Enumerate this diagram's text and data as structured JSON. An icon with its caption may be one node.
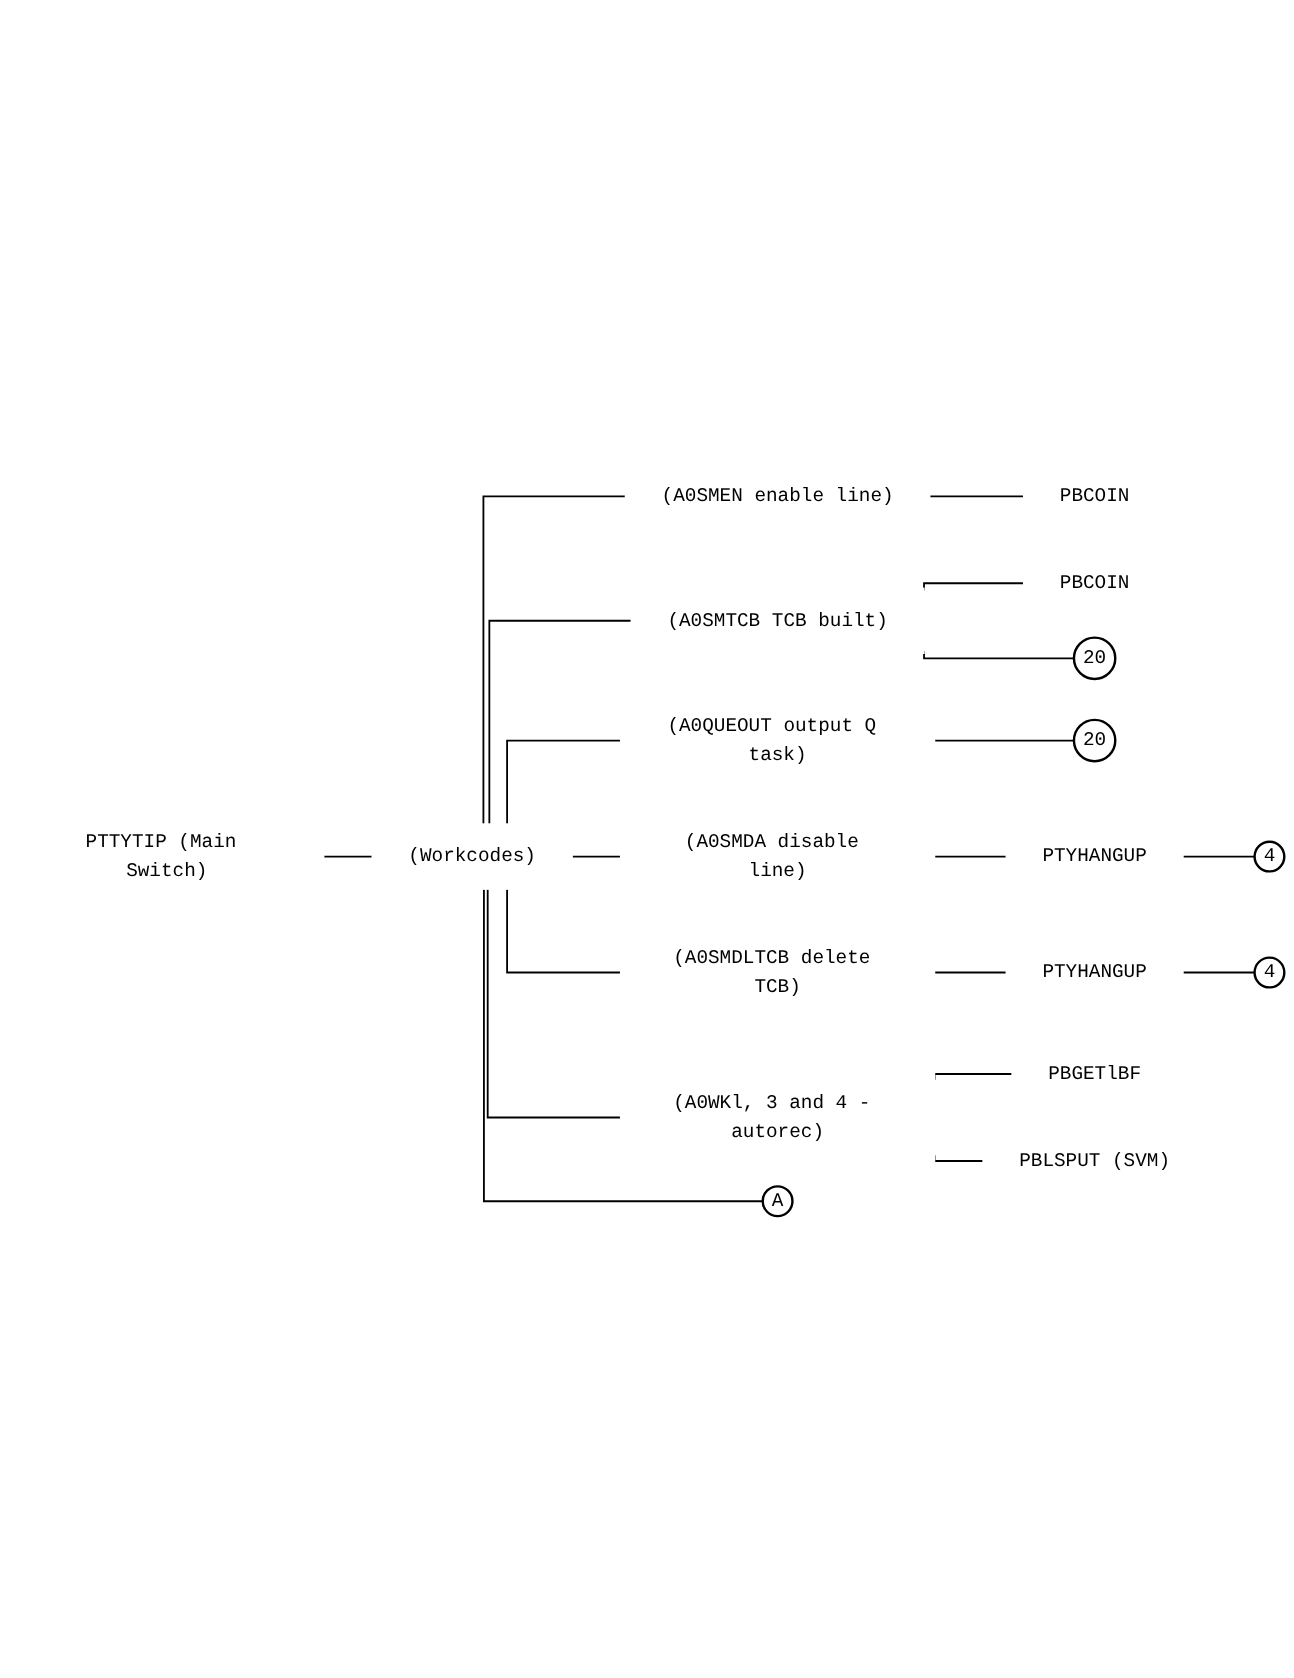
{
  "diagram": {
    "nodes": [
      {
        "text": [
          "PTTYTIP (Main Switch)"
        ]
      },
      {
        "text": [
          "(Workcodes)"
        ]
      },
      {
        "text": [
          "(A0SMEN enable line)"
        ]
      },
      {
        "text": [
          "PBCOIN"
        ]
      },
      {
        "text": [
          "(A0SMTCB TCB built)"
        ]
      },
      {
        "text": [
          "PBCOIN"
        ]
      },
      {
        "text": [
          "20"
        ]
      },
      {
        "text": [
          "(A0QUEOUT output Q task)"
        ]
      },
      {
        "text": [
          "20"
        ]
      },
      {
        "text": [
          "(A0SMDA disable line)"
        ]
      },
      {
        "text": [
          "PTYHANGUP"
        ]
      },
      {
        "text": [
          "4"
        ]
      },
      {
        "text": [
          "(A0SMDLTCB delete TCB)"
        ]
      },
      {
        "text": [
          "PTYHANGUP"
        ]
      },
      {
        "text": [
          "4"
        ]
      },
      {
        "text": [
          "(A0WKl, 3 and 4 - autorec)"
        ]
      },
      {
        "text": [
          "PBGETlBF"
        ]
      },
      {
        "text": [
          "PBLSPUT (SVM)"
        ]
      },
      {
        "text": [
          "A"
        ]
      }
    ],
    "edges": [
      {
        "from": 0,
        "to": 1,
        "arrow": "none"
      },
      {
        "from": 1,
        "to": 2,
        "arrow": "none"
      },
      {
        "from": 2,
        "to": 3,
        "arrow": "none"
      },
      {
        "from": 1,
        "to": 4,
        "arrow": "none"
      },
      {
        "from": 4,
        "to": 5,
        "arrow": "none"
      },
      {
        "from": 4,
        "to": 6,
        "arrow": "none"
      },
      {
        "from": 1,
        "to": 7,
        "arrow": "none"
      },
      {
        "from": 7,
        "to": 8,
        "arrow": "none"
      },
      {
        "from": 1,
        "to": 9,
        "arrow": "none"
      },
      {
        "from": 9,
        "to": 10,
        "arrow": "none"
      },
      {
        "from": 10,
        "to": 11,
        "arrow": "none"
      },
      {
        "from": 1,
        "to": 12,
        "arrow": "none"
      },
      {
        "from": 12,
        "to": 13,
        "arrow": "none"
      },
      {
        "from": 13,
        "to": 14,
        "arrow": "none"
      },
      {
        "from": 1,
        "to": 15,
        "arrow": "none"
      },
      {
        "from": 15,
        "to": 16,
        "arrow": "none"
      },
      {
        "from": 15,
        "to": 17,
        "arrow": "none"
      },
      {
        "from": 1,
        "to": 18,
        "arrow": "none"
      }
    ]
  }
}
